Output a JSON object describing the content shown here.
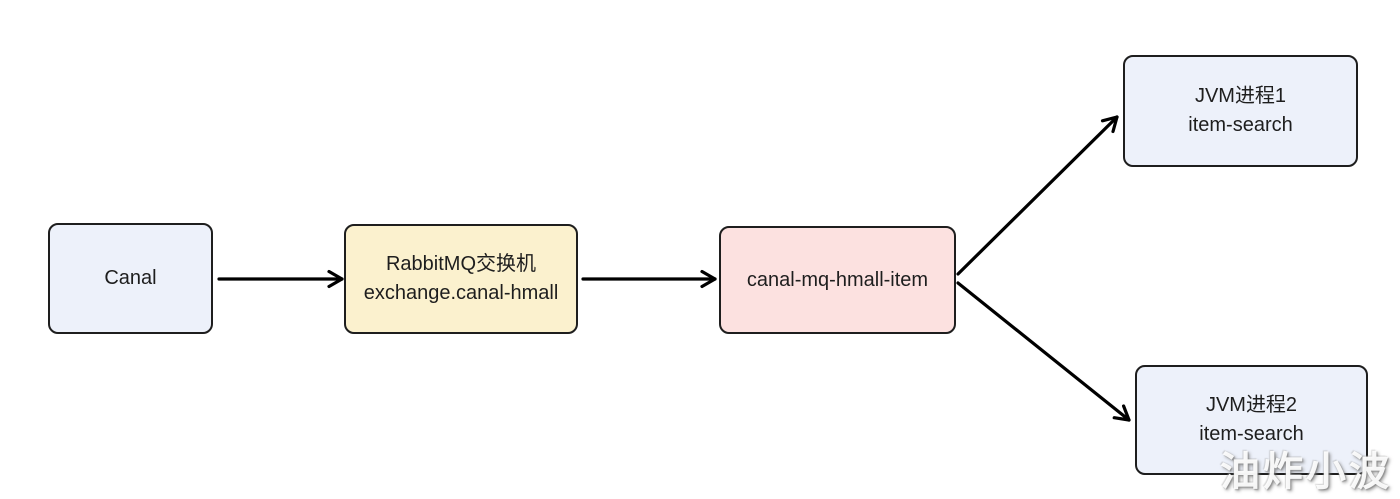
{
  "canvas": {
    "background": "#ffffff"
  },
  "colors": {
    "border": "#1e1e1e",
    "text": "#1e1e1e",
    "arrow": "#000000",
    "canal_fill": "#edf1fa",
    "exchange_fill": "#fbf1ce",
    "queue_fill": "#fce1e0",
    "jvm_fill": "#edf1fa"
  },
  "nodes": {
    "canal": {
      "label": "Canal"
    },
    "exchange": {
      "line1": "RabbitMQ交换机",
      "line2": "exchange.canal-hmall"
    },
    "queue": {
      "label": "canal-mq-hmall-item"
    },
    "jvm1": {
      "line1": "JVM进程1",
      "line2": "item-search"
    },
    "jvm2": {
      "line1": "JVM进程2",
      "line2": "item-search"
    }
  },
  "watermark": {
    "text": "油炸小波"
  }
}
